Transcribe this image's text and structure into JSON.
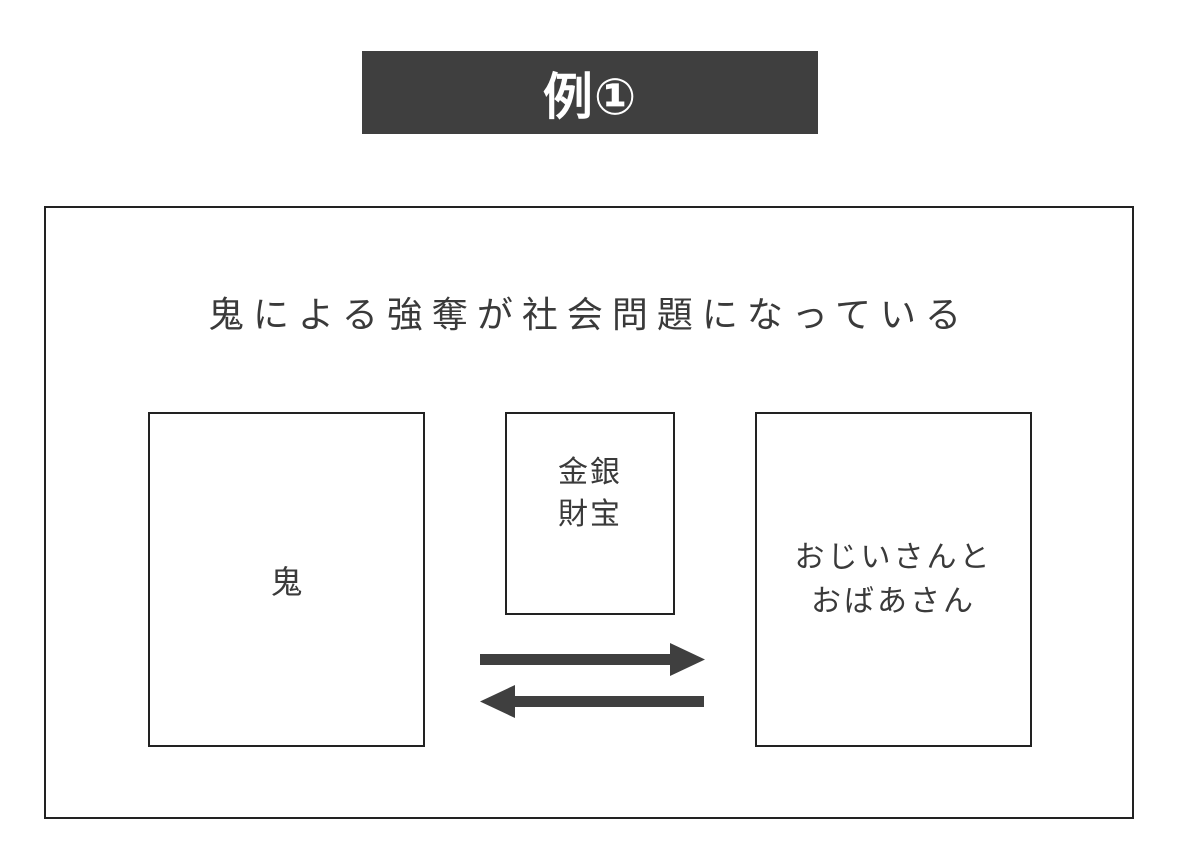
{
  "banner": {
    "title": "例①"
  },
  "diagram": {
    "headline": "鬼による強奪が社会問題になっている",
    "oni_box": {
      "label": "鬼"
    },
    "treasure_box": {
      "line1": "金銀",
      "line2": "財宝"
    },
    "elders_box": {
      "line1": "おじいさんと",
      "line2": "おばあさん"
    },
    "arrows": [
      {
        "direction": "right",
        "meaning": "oni-to-elders"
      },
      {
        "direction": "left",
        "meaning": "elders-to-oni"
      }
    ]
  },
  "colors": {
    "banner_bg": "#3f3f3f",
    "banner_text": "#ffffff",
    "border": "#222222",
    "arrow": "#3f3f3f",
    "text": "#3a3a3a"
  }
}
